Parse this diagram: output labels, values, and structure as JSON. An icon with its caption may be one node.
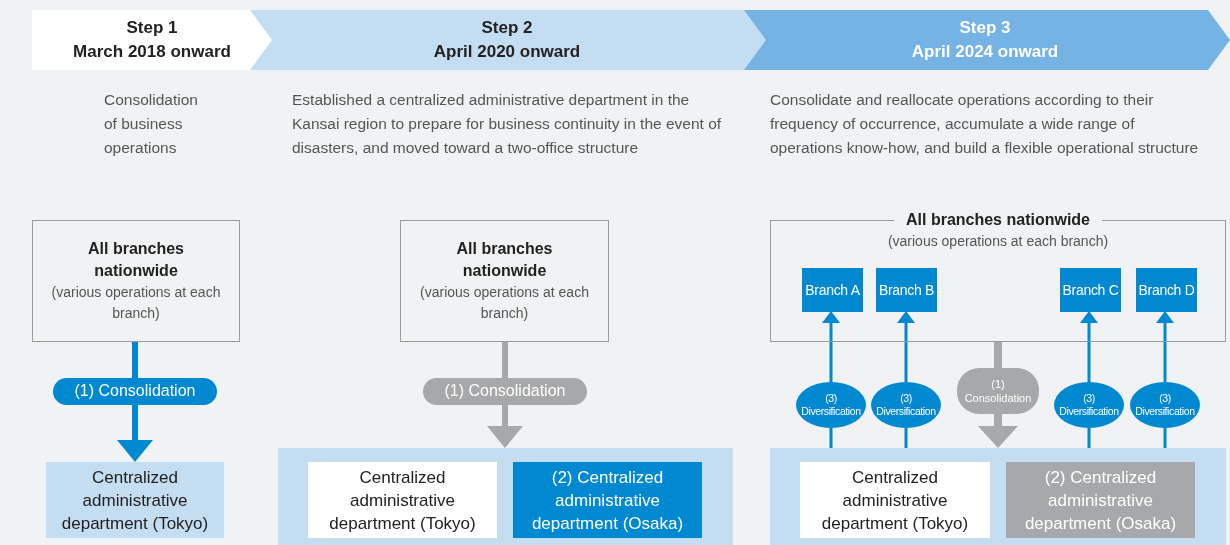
{
  "diagram": {
    "nodes": [
      {
        "text": [
          "Step 1",
          "March 2018 onward"
        ],
        "beside": [
          "Consolidation of business operations"
        ]
      },
      {
        "text": [
          "Step 2",
          "April 2020 onward"
        ],
        "beside": [
          "Established a centralized administrative department in the Kansai region to prepare for business continuity in the event of disasters, and moved toward a two-office structure"
        ]
      },
      {
        "text": [
          "Step 3",
          "April 2024 onward"
        ],
        "beside": [
          "Consolidate and reallocate operations according to their frequency of occurrence, accumulate a wide range of operations know-how, and build a flexible operational structure"
        ]
      },
      {
        "text": [
          "All branches nationwide",
          "(various operations at each branch)"
        ]
      },
      {
        "text": [
          "Centralized administrative department (Tokyo)"
        ]
      },
      {
        "text": [
          "All branches nationwide",
          "(various operations at each branch)"
        ]
      },
      {
        "text": [],
        "shape": "box"
      },
      {
        "text": [
          "Centralized administrative department (Tokyo)"
        ],
        "in": 6
      },
      {
        "text": [
          "(2) Centralized administrative department (Osaka)"
        ],
        "in": 6
      },
      {
        "text": [
          "All branches nationwide",
          "(various operations at each branch)"
        ]
      },
      {
        "text": [
          "Branch A"
        ],
        "in": 9
      },
      {
        "text": [
          "Branch B"
        ],
        "in": 9
      },
      {
        "text": [
          "Branch C"
        ],
        "in": 9
      },
      {
        "text": [
          "Branch D"
        ],
        "in": 9
      },
      {
        "text": [],
        "shape": "box"
      },
      {
        "text": [
          "Centralized administrative department (Tokyo)"
        ],
        "in": 14
      },
      {
        "text": [
          "(2) Centralized administrative department (Osaka)"
        ],
        "in": 14
      }
    ],
    "edges": [
      {
        "from": 3,
        "to": 4,
        "arrow": "to",
        "label": "(1) Consolidation",
        "style": "thick"
      },
      {
        "from": 5,
        "to": 6,
        "arrow": "to",
        "label": "(1) Consolidation",
        "style": "thick",
        "color": "#a7a8aa"
      },
      {
        "from": 14,
        "to": 10,
        "arrow": "to",
        "label": "(3) Diversification"
      },
      {
        "from": 14,
        "to": 11,
        "arrow": "to",
        "label": "(3) Diversification"
      },
      {
        "from": 9,
        "to": 14,
        "arrow": "to",
        "label": "(1) Consolidation",
        "style": "thick",
        "color": "#a7a8aa"
      },
      {
        "from": 14,
        "to": 12,
        "arrow": "to",
        "label": "(3) Diversification"
      },
      {
        "from": 14,
        "to": 13,
        "arrow": "to",
        "label": "(3) Diversification"
      }
    ]
  }
}
